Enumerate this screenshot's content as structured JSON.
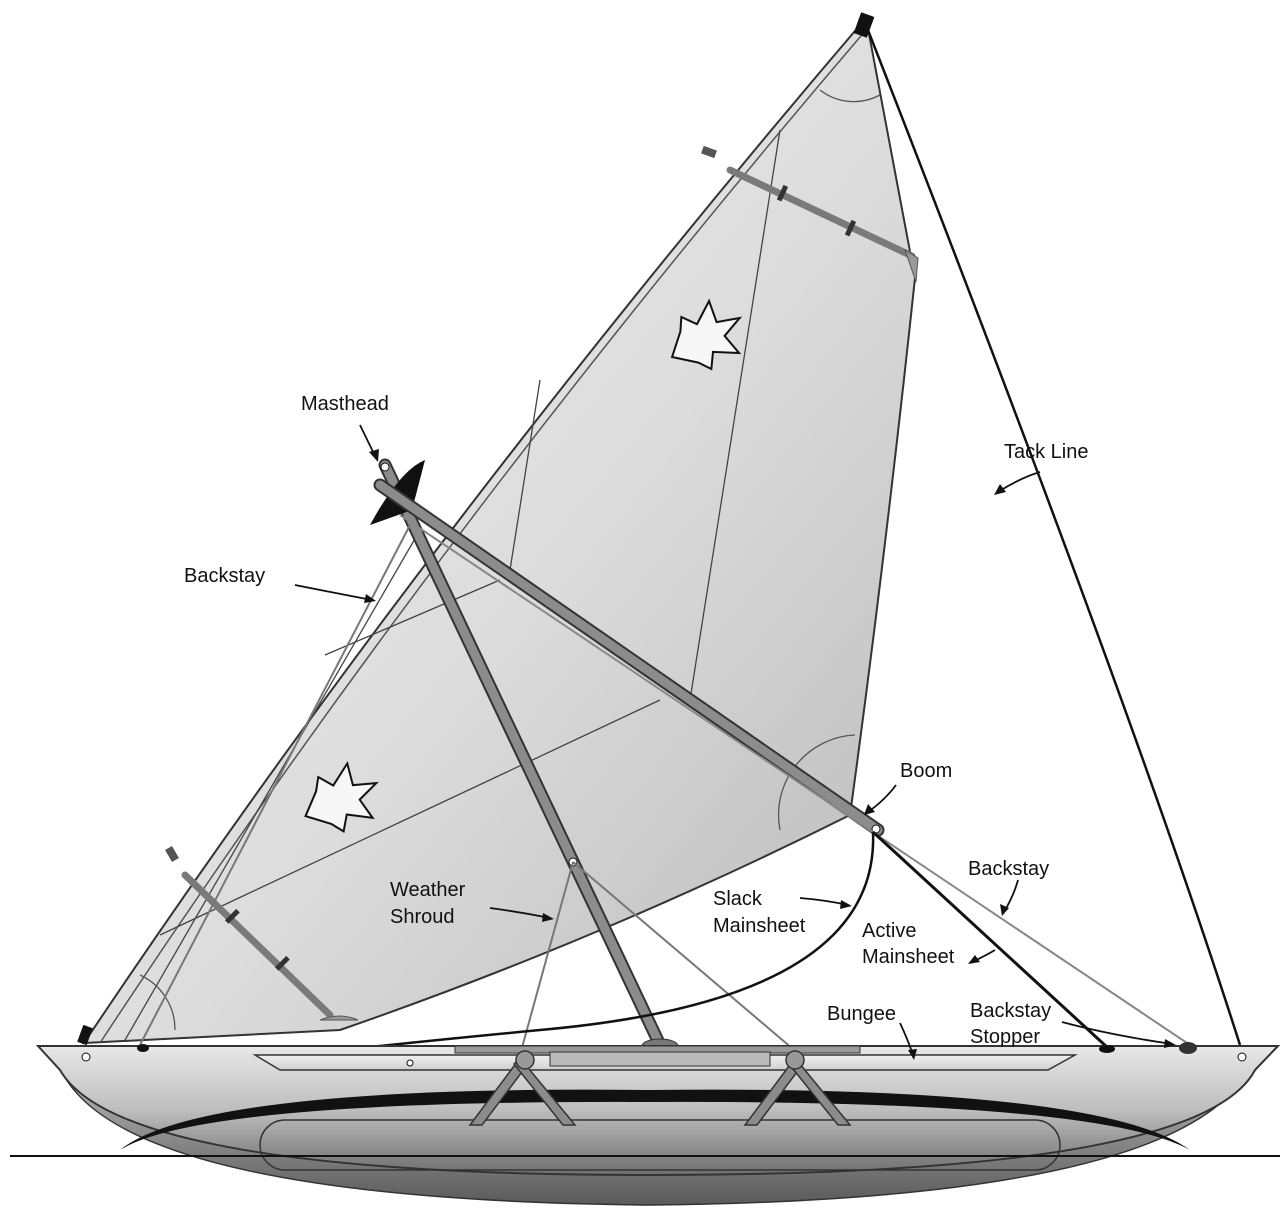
{
  "labels": {
    "masthead": "Masthead",
    "backstay_left": "Backstay",
    "tack_line": "Tack Line",
    "boom": "Boom",
    "backstay_right": "Backstay",
    "weather_shroud_1": "Weather",
    "weather_shroud_2": "Shroud",
    "slack_mainsheet_1": "Slack",
    "slack_mainsheet_2": "Mainsheet",
    "active_mainsheet_1": "Active",
    "active_mainsheet_2": "Mainsheet",
    "bungee": "Bungee",
    "backstay_stopper_1": "Backstay",
    "backstay_stopper_2": "Stopper"
  },
  "colors": {
    "sail_light": "#f2f2f2",
    "sail_dark": "#bdbdbd",
    "spar": "#8a8a8a",
    "hull_light": "#e4e4e4",
    "hull_dark": "#707070",
    "stripe": "#111111",
    "line": "#111111"
  }
}
